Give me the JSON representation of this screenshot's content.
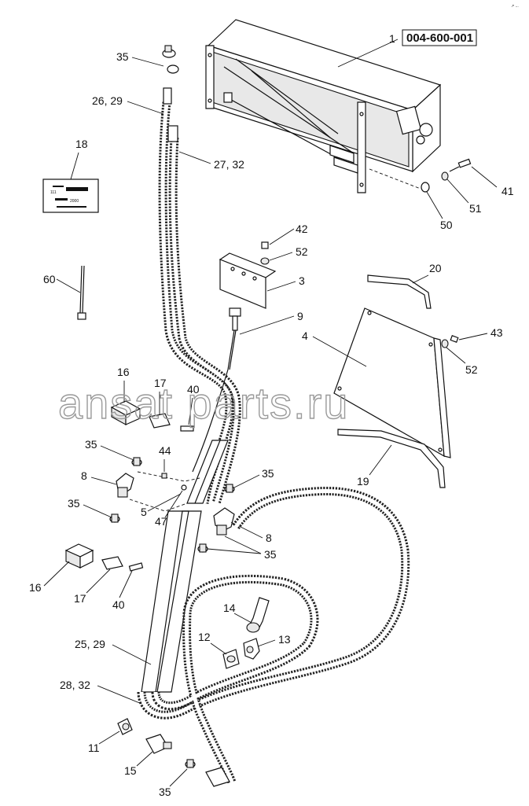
{
  "watermark": "ansat parts.ru",
  "part_number": "004-600-001",
  "corner_mark": "↗ ...",
  "decal_text": [
    "111",
    "2000"
  ],
  "callouts": {
    "c1": "1",
    "c35a": "35",
    "c26_29": "26, 29",
    "c27_32": "27, 32",
    "c18": "18",
    "c41": "41",
    "c51": "51",
    "c50": "50",
    "c42": "42",
    "c52a": "52",
    "c3": "3",
    "c60": "60",
    "c9": "9",
    "c20": "20",
    "c4": "4",
    "c43": "43",
    "c52b": "52",
    "c16a": "16",
    "c17a": "17",
    "c40a": "40",
    "c35b": "35",
    "c44": "44",
    "c8a": "8",
    "c35c": "35",
    "c35d": "35",
    "c5": "5",
    "c47": "47",
    "c8b": "8",
    "c35e": "35",
    "c19": "19",
    "c16b": "16",
    "c17b": "17",
    "c40b": "40",
    "c14": "14",
    "c12": "12",
    "c13": "13",
    "c25_29": "25, 29",
    "c28_32": "28, 32",
    "c11": "11",
    "c15": "15",
    "c35f": "35"
  }
}
